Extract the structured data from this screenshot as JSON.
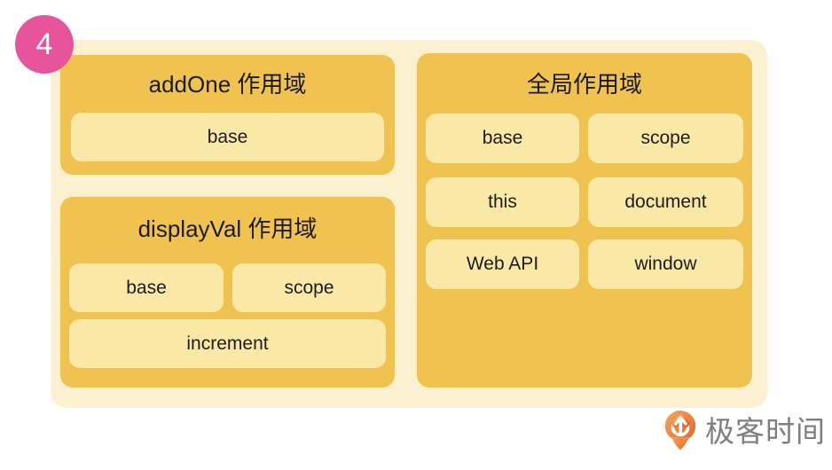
{
  "badge": {
    "number": "4"
  },
  "scopes": {
    "addone": {
      "title": "addOne 作用域",
      "items": {
        "base": "base"
      }
    },
    "displayval": {
      "title": "displayVal 作用域",
      "items": {
        "base": "base",
        "scope": "scope",
        "increment": "increment"
      }
    },
    "global": {
      "title": "全局作用域",
      "items": {
        "base": "base",
        "scope": "scope",
        "this": "this",
        "document": "document",
        "webapi": "Web API",
        "window": "window"
      }
    }
  },
  "footer": {
    "brand": "极客时间",
    "logo": "geektime-pin-icon"
  },
  "colors": {
    "page_background": "#FFFFFF",
    "outer_container": "#FBF1D1",
    "scope_box": "#F0C24F",
    "item_box": "#FAE8A7",
    "badge_pink": "#E8549C",
    "text": "#1B1B1B",
    "brand_text": "#7E7E7E",
    "logo_gradient_start": "#F5A860",
    "logo_gradient_end": "#E4622A"
  }
}
